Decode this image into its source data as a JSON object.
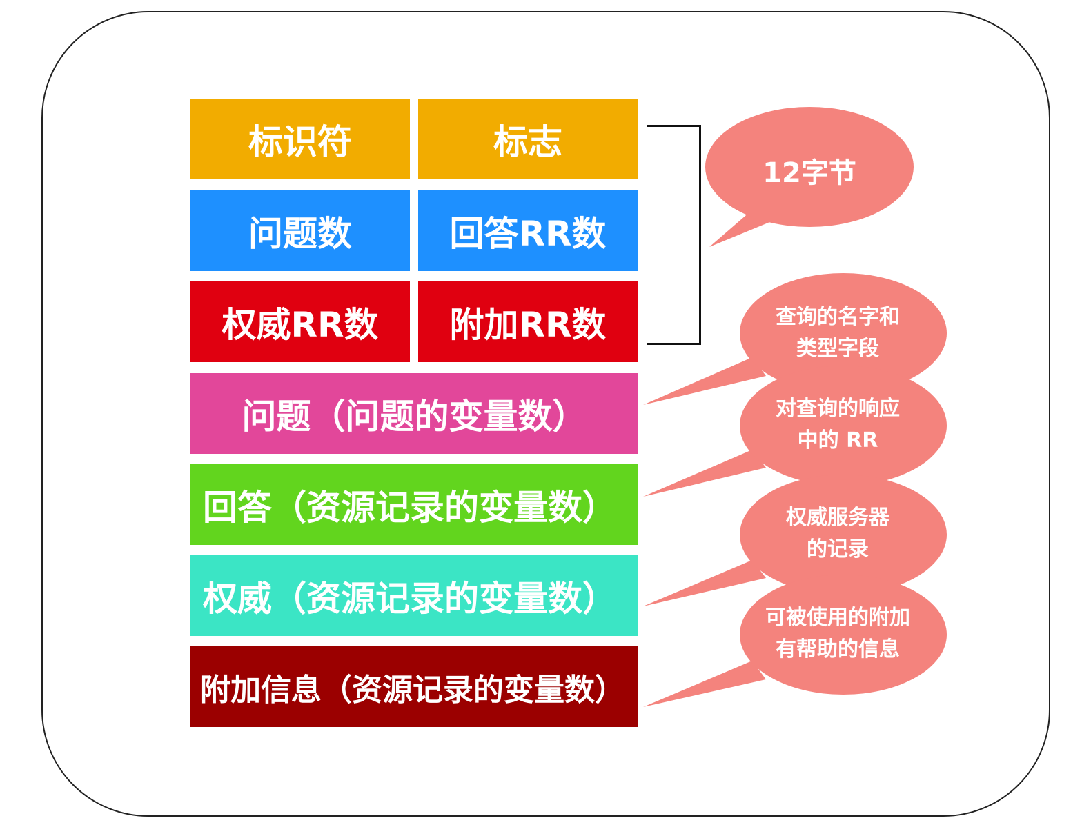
{
  "header_rows": [
    {
      "left": "标识符",
      "right": "标志"
    },
    {
      "left": "问题数",
      "right": "回答RR数"
    },
    {
      "left": "权威RR数",
      "right": "附加RR数"
    }
  ],
  "sections": [
    {
      "label": "问题（问题的变量数）"
    },
    {
      "label": "回答（资源记录的变量数）"
    },
    {
      "label": "权威（资源记录的变量数）"
    },
    {
      "label": "附加信息（资源记录的变量数）"
    }
  ],
  "callouts": [
    {
      "line1": "12字节",
      "line2": ""
    },
    {
      "line1": "查询的名字和",
      "line2": "类型字段"
    },
    {
      "line1": "对查询的响应",
      "line2": "中的 RR"
    },
    {
      "line1": "权威服务器",
      "line2": "的记录"
    },
    {
      "line1": "可被使用的附加",
      "line2": "有帮助的信息"
    }
  ],
  "colors": {
    "row1": "#F2AC00",
    "row2": "#1E90FF",
    "row3": "#E00010",
    "question": "#E2479A",
    "answer": "#62D51E",
    "authority": "#3BE5C5",
    "additional": "#9B0000",
    "bubble": "#F4837D",
    "bracket": "#111111",
    "frame": "#222222"
  }
}
